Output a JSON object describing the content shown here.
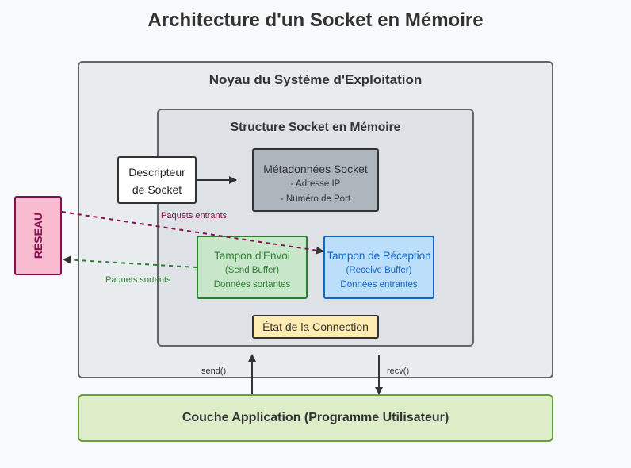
{
  "title": "Architecture d'un Socket en Mémoire",
  "kernel": {
    "title": "Noyau du Système d'Exploitation"
  },
  "socket_structure": {
    "title": "Structure Socket en Mémoire"
  },
  "descriptor": {
    "line1": "Descripteur",
    "line2": "de Socket"
  },
  "metadata": {
    "title": "Métadonnées Socket",
    "ip": "- Adresse IP",
    "port": "- Numéro de Port"
  },
  "send_buffer": {
    "title": "Tampon d'Envoi",
    "subtitle": "(Send Buffer)",
    "desc": "Données sortantes"
  },
  "receive_buffer": {
    "title": "Tampon de Réception",
    "subtitle": "(Receive Buffer)",
    "desc": "Données entrantes"
  },
  "connection_state": "État de la Connection",
  "network": "RÉSEAU",
  "incoming_label": "Paquets entrants",
  "outgoing_label": "Paquets sortants",
  "application_layer": "Couche Application (Programme Utilisateur)",
  "send_call": "send()",
  "recv_call": "recv()",
  "colors": {
    "kernel_fill": "#e9ecef",
    "socket_fill": "#dee2e6",
    "metadata_fill": "#adb5bd",
    "send_fill": "#c8e6c9",
    "send_stroke": "#2e7d32",
    "receive_fill": "#bbdefb",
    "receive_stroke": "#1565c0",
    "state_fill": "#ffecb3",
    "network_fill": "#f8bbd0",
    "network_stroke": "#880e4f",
    "application_fill": "#dcedc8",
    "application_stroke": "#689f38"
  }
}
